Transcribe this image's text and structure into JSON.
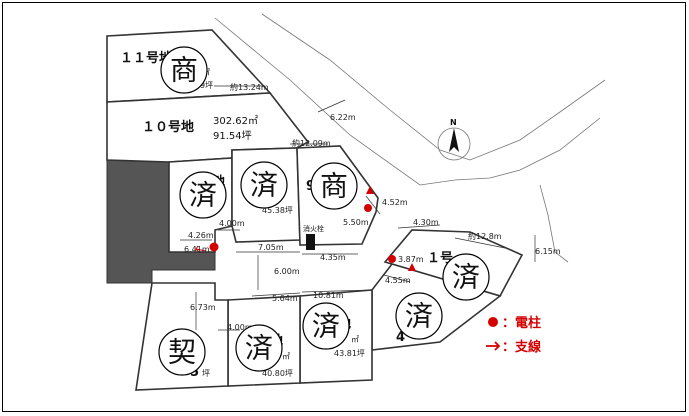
{
  "lots": {
    "lot11": {
      "label": "１１号地",
      "area_sqm": "㎡",
      "area_tsubo": "9坪",
      "badge": "商"
    },
    "lot10": {
      "label": "１０号地",
      "area_sqm": "302.62㎡",
      "area_tsubo": "91.54坪"
    },
    "lotA": {
      "label": "地",
      "badge": "済"
    },
    "lotB": {
      "area_tsubo": "45.38坪",
      "badge": "済"
    },
    "lotC": {
      "label": "9",
      "badge": "商"
    },
    "lot1": {
      "label": "１号",
      "badge": "済"
    },
    "lotD": {
      "area_sqm": "4",
      "badge": "済"
    },
    "lotE": {
      "label": "地",
      "area_sqm": "㎡",
      "area_tsubo": "43.81坪",
      "badge": "済"
    },
    "lotF": {
      "label": "地",
      "area_sqm": "㎡",
      "area_tsubo": "40.80坪",
      "badge": "済"
    },
    "lotG": {
      "label": "5",
      "area_tsubo": "坪",
      "badge": "契"
    }
  },
  "measurements": {
    "m1": "約13.24m",
    "m2": "6.22m",
    "m3": "約12.09m",
    "m4": "4.52m",
    "m5": "5.50m",
    "m6": "4.00m",
    "m7": "4.26m",
    "m8": "6.41m",
    "m9": "7.05m",
    "m10": "4.35m",
    "m11": "6.00m",
    "m12": "4.30m",
    "m13": "約12.8m",
    "m14": "6.15m",
    "m15": "3.87m",
    "m16": "4.55m",
    "m17": "5.64m",
    "m18": "10.81m",
    "m19": "6.73m",
    "m20": "4.00m"
  },
  "hydrant_label": "消火栓",
  "compass": {
    "north_label": "N"
  },
  "legend": {
    "pole_label": "：電柱",
    "guy_label": "：支線"
  },
  "colors": {
    "marker": "#d40000",
    "shaded_area": "#555555",
    "line": "#333333"
  }
}
